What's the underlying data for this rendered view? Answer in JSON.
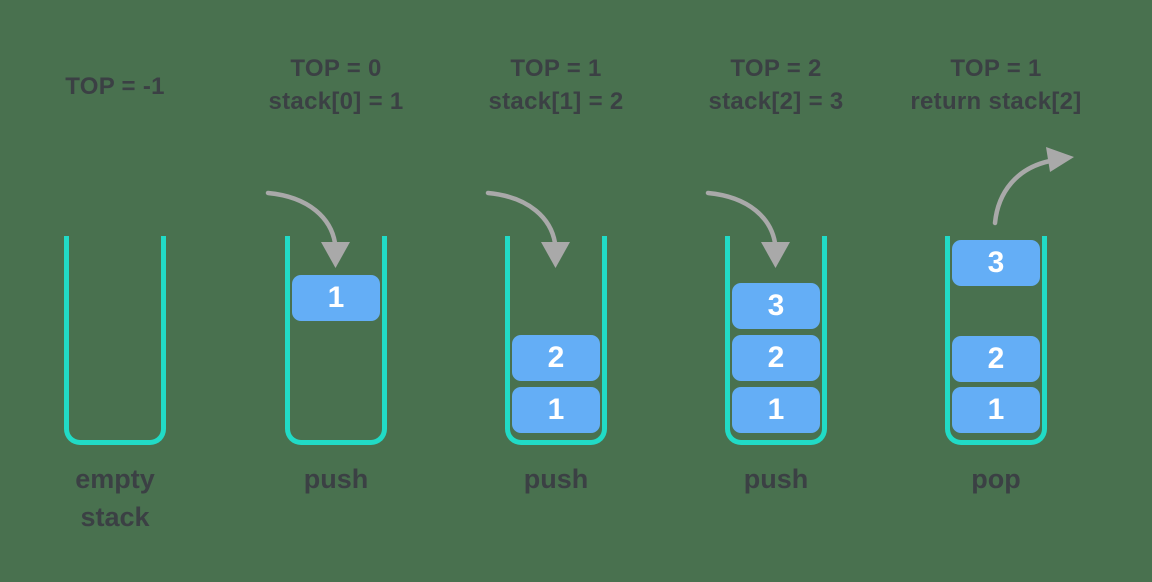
{
  "background_color": "#49714f",
  "colors": {
    "stack_outline": "#21dbc6",
    "item_fill": "#64aef6",
    "item_text": "#ffffff",
    "caption_text": "#3b4044",
    "arrow": "#a9a9a9"
  },
  "columns": [
    {
      "header_line1": "TOP = -1",
      "arrow_icon": "none",
      "boxes": [],
      "label_line1": "empty",
      "label_line2": "stack"
    },
    {
      "header_line1": "TOP = 0",
      "header_line2": "stack[0] = 1",
      "arrow_icon": "push-arrow-icon",
      "boxes": [
        {
          "value": "1"
        }
      ],
      "label_line1": "push"
    },
    {
      "header_line1": "TOP = 1",
      "header_line2": "stack[1] = 2",
      "arrow_icon": "push-arrow-icon",
      "boxes": [
        {
          "value": "2"
        },
        {
          "value": "1"
        }
      ],
      "label_line1": "push"
    },
    {
      "header_line1": "TOP = 2",
      "header_line2": "stack[2] = 3",
      "arrow_icon": "push-arrow-icon",
      "boxes": [
        {
          "value": "3"
        },
        {
          "value": "2"
        },
        {
          "value": "1"
        }
      ],
      "label_line1": "push"
    },
    {
      "header_line1": "TOP = 1",
      "header_line2": "return stack[2]",
      "arrow_icon": "pop-arrow-icon",
      "boxes": [
        {
          "value": "3"
        },
        {
          "value": "2"
        },
        {
          "value": "1"
        }
      ],
      "label_line1": "pop"
    }
  ]
}
